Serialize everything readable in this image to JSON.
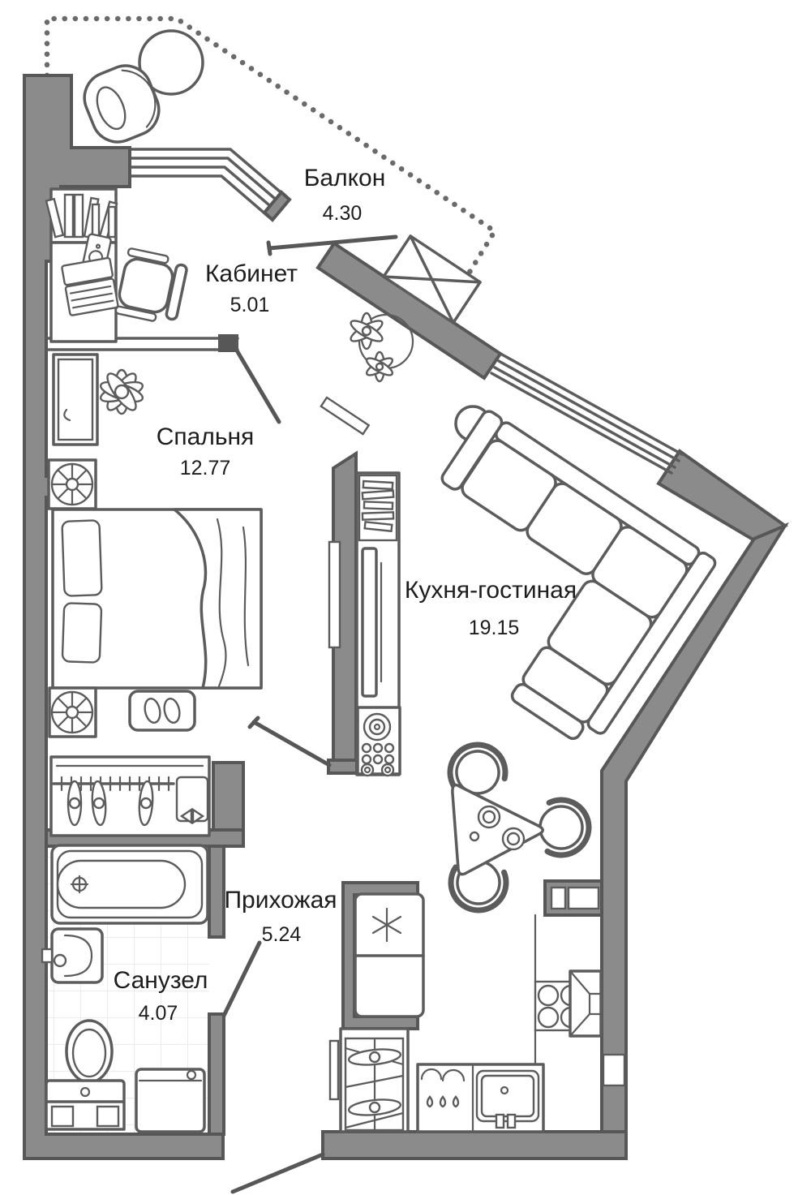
{
  "rooms": [
    {
      "id": "balcony",
      "name": "Балкон",
      "area": "4.30"
    },
    {
      "id": "office",
      "name": "Кабинет",
      "area": "5.01"
    },
    {
      "id": "bedroom",
      "name": "Спальня",
      "area": "12.77"
    },
    {
      "id": "kitchen_living",
      "name": "Кухня-гостиная",
      "area": "19.15"
    },
    {
      "id": "hallway",
      "name": "Прихожая",
      "area": "5.24"
    },
    {
      "id": "bathroom",
      "name": "Санузел",
      "area": "4.07"
    }
  ],
  "colors": {
    "wall": "#8b8b8b",
    "wall_stroke": "#575757",
    "line": "#5c5c5c",
    "chain": "#6a6a6a",
    "text": "#1d1d1d",
    "tile": "#ececec",
    "bg": "#ffffff"
  }
}
